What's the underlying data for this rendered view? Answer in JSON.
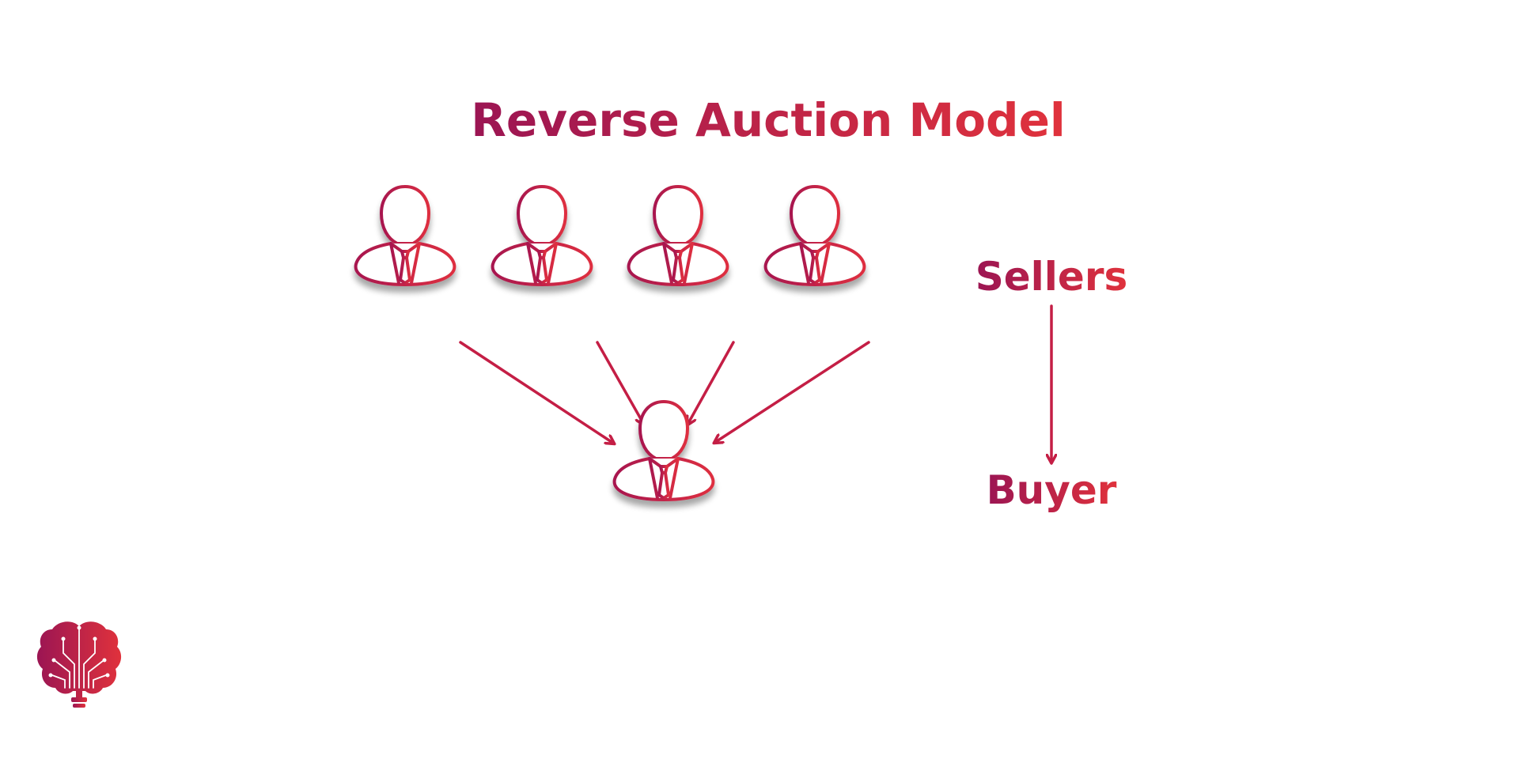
{
  "title": "Reverse Auction Model",
  "roles": {
    "top": "Sellers",
    "bottom": "Buyer"
  },
  "diagram": {
    "sellers": [
      {
        "icon": "person-icon"
      },
      {
        "icon": "person-icon"
      },
      {
        "icon": "person-icon"
      },
      {
        "icon": "person-icon"
      }
    ],
    "buyer": {
      "icon": "person-icon"
    },
    "logo": {
      "icon": "brain-circuit-icon"
    }
  },
  "colors": {
    "gradient_start": "#9b1553",
    "gradient_end": "#e0323c",
    "stroke": "#c41e45"
  }
}
